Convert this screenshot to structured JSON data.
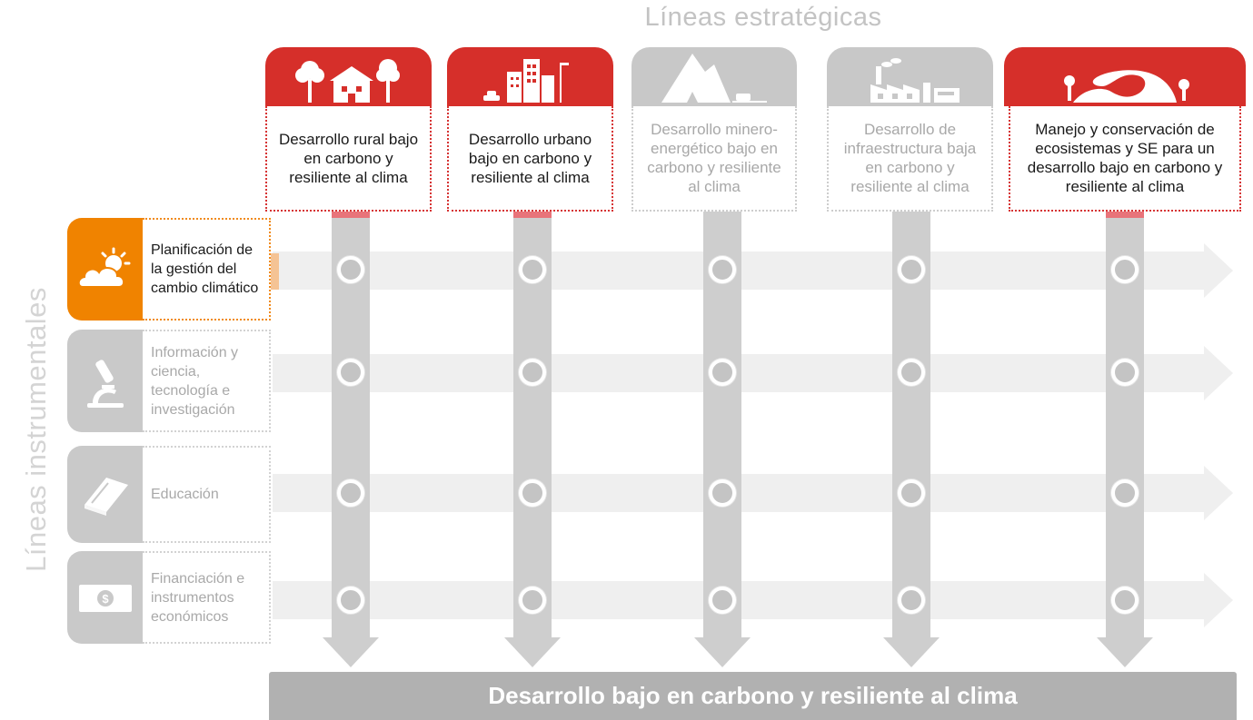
{
  "top_title": "Líneas estratégicas",
  "side_title": "Líneas instrumentales",
  "strategic_lines": [
    {
      "label": "Desarrollo rural bajo en carbono y resiliente al clima",
      "icon": "rural-house-trees-icon",
      "active": true
    },
    {
      "label": "Desarrollo urbano bajo en carbono y resiliente al clima",
      "icon": "city-buildings-car-icon",
      "active": true
    },
    {
      "label": "Desarrollo minero-energético bajo en carbono y resiliente al clima",
      "icon": "mountain-mine-cart-icon",
      "active": false
    },
    {
      "label": "Desarrollo de infraestructura baja en carbono y resiliente al clima",
      "icon": "factory-infrastructure-icon",
      "active": false
    },
    {
      "label": "Manejo y conservación de ecosistemas y SE para un desarrollo bajo en carbono y resiliente al clima",
      "icon": "river-landscape-icon",
      "active": true
    }
  ],
  "instrumental_lines": [
    {
      "label": "Planificación de la gestión del cambio climático",
      "icon": "sun-cloud-icon",
      "active": true
    },
    {
      "label": "Información y ciencia, tecnología e investigación",
      "icon": "microscope-icon",
      "active": false
    },
    {
      "label": "Educación",
      "icon": "book-icon",
      "active": false
    },
    {
      "label": "Financiación e instrumentos económicos",
      "icon": "banknote-icon",
      "active": false
    }
  ],
  "bottom_label": "Desarrollo bajo en carbono y resiliente al clima",
  "colors": {
    "active_red": "#d62f2a",
    "active_orange": "#f08300",
    "inactive_gray": "#c8c8c8",
    "track_gray": "#efefef",
    "bottom_bar": "#b1b1b1"
  }
}
